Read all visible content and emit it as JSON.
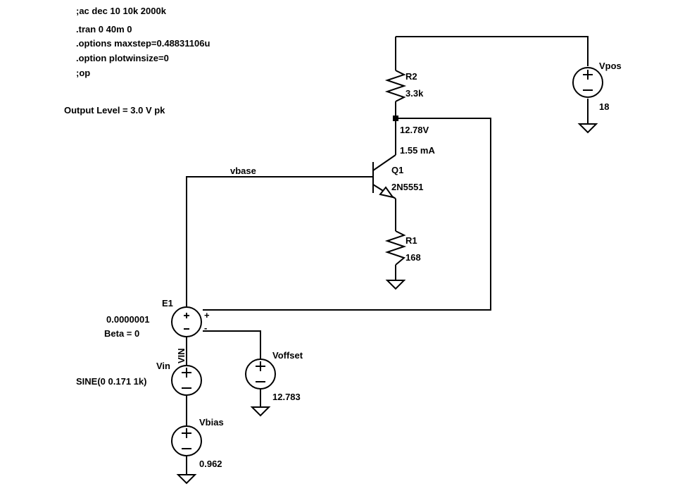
{
  "directives": [
    ";ac dec 10 10k 2000k",
    ".tran 0 40m 0",
    ".options maxstep=0.48831106u",
    ".option plotwinsize=0",
    ";op"
  ],
  "note": "Output Level = 3.0 V pk",
  "components": {
    "r2": {
      "name": "R2",
      "value": "3.3k"
    },
    "r1": {
      "name": "R1",
      "value": "168"
    },
    "q1": {
      "name": "Q1",
      "model": "2N5551"
    },
    "vpos": {
      "name": "Vpos",
      "value": "18"
    },
    "e1": {
      "name": "E1",
      "gain": "0.0000001",
      "param": "Beta = 0"
    },
    "vin": {
      "name": "Vin",
      "value": "SINE(0 0.171 1k)"
    },
    "vbias": {
      "name": "Vbias",
      "value": "0.962"
    },
    "voffset": {
      "name": "Voffset",
      "value": "12.783"
    }
  },
  "annotations": {
    "collector_voltage": "12.78V",
    "collector_current": "1.55 mA"
  },
  "nets": {
    "vbase": "vbase",
    "vin": "VIN"
  },
  "pin_marks": {
    "plus": "+",
    "minus": "-"
  }
}
